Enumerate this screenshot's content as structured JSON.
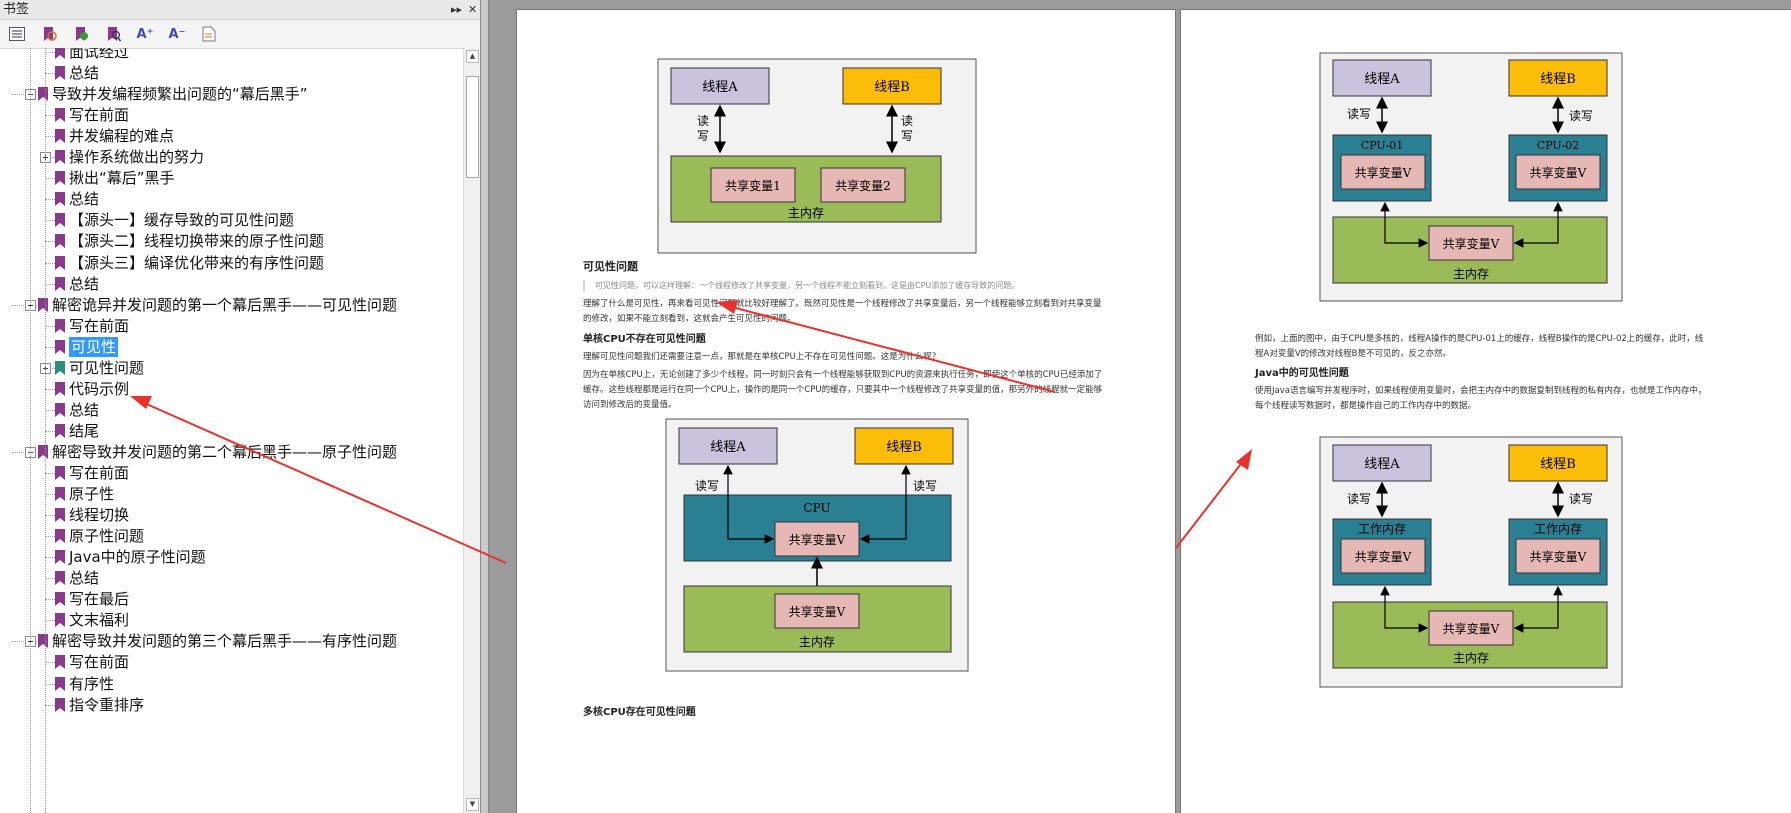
{
  "sidebar": {
    "title": "书签",
    "collapse_glyph": "▸▸",
    "close_glyph": "✕",
    "tree": [
      {
        "label": "面试经过",
        "level": 2
      },
      {
        "label": "总结",
        "level": 2
      },
      {
        "label": "导致并发编程频繁出问题的“幕后黑手”",
        "level": 1
      },
      {
        "label": "写在前面",
        "level": 2
      },
      {
        "label": "并发编程的难点",
        "level": 2
      },
      {
        "label": "操作系统做出的努力",
        "level": 2
      },
      {
        "label": "揪出“幕后”黑手",
        "level": 2
      },
      {
        "label": "总结",
        "level": 2
      },
      {
        "label": "【源头一】缓存导致的可见性问题",
        "level": 2
      },
      {
        "label": "【源头二】线程切换带来的原子性问题",
        "level": 2
      },
      {
        "label": "【源头三】编译优化带来的有序性问题",
        "level": 2
      },
      {
        "label": "总结",
        "level": 2
      },
      {
        "label": "解密诡异并发问题的第一个幕后黑手——可见性问题",
        "level": 1
      },
      {
        "label": "写在前面",
        "level": 2
      },
      {
        "label": "可见性",
        "level": 2
      },
      {
        "label": "可见性问题",
        "level": 2
      },
      {
        "label": "代码示例",
        "level": 2
      },
      {
        "label": "总结",
        "level": 2
      },
      {
        "label": "结尾",
        "level": 2
      },
      {
        "label": "解密导致并发问题的第二个幕后黑手——原子性问题",
        "level": 1
      },
      {
        "label": "写在前面",
        "level": 2
      },
      {
        "label": "原子性",
        "level": 2
      },
      {
        "label": "线程切换",
        "level": 2
      },
      {
        "label": "原子性问题",
        "level": 2
      },
      {
        "label": "Java中的原子性问题",
        "level": 2
      },
      {
        "label": "总结",
        "level": 2
      },
      {
        "label": "写在最后",
        "level": 2
      },
      {
        "label": "文末福利",
        "level": 2
      },
      {
        "label": "解密导致并发问题的第三个幕后黑手——有序性问题",
        "level": 1
      },
      {
        "label": "写在前面",
        "level": 2
      },
      {
        "label": "有序性",
        "level": 2
      },
      {
        "label": "指令重排序",
        "level": 2
      }
    ]
  },
  "toolbar": {
    "font_increase": "A⁺",
    "font_decrease": "A⁻"
  },
  "page1": {
    "diagram1": {
      "thread_a": "线程A",
      "thread_b": "线程B",
      "rw1": "读\n写",
      "rw2": "读\n写",
      "var1": "共享变量1",
      "var2": "共享变量2",
      "main_memory": "主内存"
    },
    "heading_visibility": "可见性问题",
    "quote": "可见性问题，可以这样理解：一个线程修改了共享变量，另一个线程不能立刻看到，这是由CPU添加了缓存导致的问题。",
    "para1": "理解了什么是可见性，再来看可见性问题就比较好理解了。既然可见性是一个线程修改了共享变量后，另一个线程能够立刻看到对共享变量的修改，如果不能立刻看到，这就会产生可见性的问题。",
    "heading_single_cpu": "单核CPU不存在可见性问题",
    "para2": "理解可见性问题我们还需要注意一点，那就是在单核CPU上不存在可见性问题。这是为什么呢？",
    "para3": "因为在单核CPU上，无论创建了多少个线程，同一时刻只会有一个线程能够获取到CPU的资源来执行任务，即使这个单核的CPU已经添加了缓存。这些线程都是运行在同一个CPU上，操作的是同一个CPU的缓存，只要其中一个线程修改了共享变量的值，那另外的线程就一定能够访问到修改后的变量值。",
    "diagram2": {
      "thread_a": "线程A",
      "thread_b": "线程B",
      "rw1": "读写",
      "rw2": "读写",
      "cpu": "CPU",
      "var_cpu": "共享变量V",
      "var_mem": "共享变量V",
      "main_memory": "主内存"
    },
    "heading_multi_cpu": "多核CPU存在可见性问题"
  },
  "page2": {
    "diagram3": {
      "thread_a": "线程A",
      "thread_b": "线程B",
      "rw1": "读写",
      "rw2": "读写",
      "cpu1": "CPU-01",
      "cpu2": "CPU-02",
      "var1": "共享变量V",
      "var2": "共享变量V",
      "var_mem": "共享变量V",
      "main_memory": "主内存"
    },
    "para1": "例如，上面的图中，由于CPU是多核的，线程A操作的是CPU-01上的缓存，线程B操作的是CPU-02上的缓存，此时，线程A对变量V的修改对线程B是不可见的，反之亦然。",
    "heading_java": "Java中的可见性问题",
    "para2": "使用Java语言编写并发程序时，如果线程使用变量时，会把主内存中的数据复制到线程的私有内存，也就是工作内存中，每个线程读写数据时，都是操作自己的工作内存中的数据。",
    "diagram4": {
      "thread_a": "线程A",
      "thread_b": "线程B",
      "rw1": "读写",
      "rw2": "读写",
      "wm1": "工作内存",
      "wm2": "工作内存",
      "var1": "共享变量V",
      "var2": "共享变量V",
      "var_mem": "共享变量V",
      "main_memory": "主内存"
    }
  },
  "colors": {
    "thread_a": "#cbc3de",
    "thread_b": "#fbbd07",
    "cpu": "#2b7f93",
    "memory": "#9bbb59",
    "var": "#e5b7b5",
    "arrow": "#e8322f",
    "selection": "#3399ff",
    "bookmark": "#8a3a8a",
    "bookmark_alt": "#2a8f7a"
  }
}
